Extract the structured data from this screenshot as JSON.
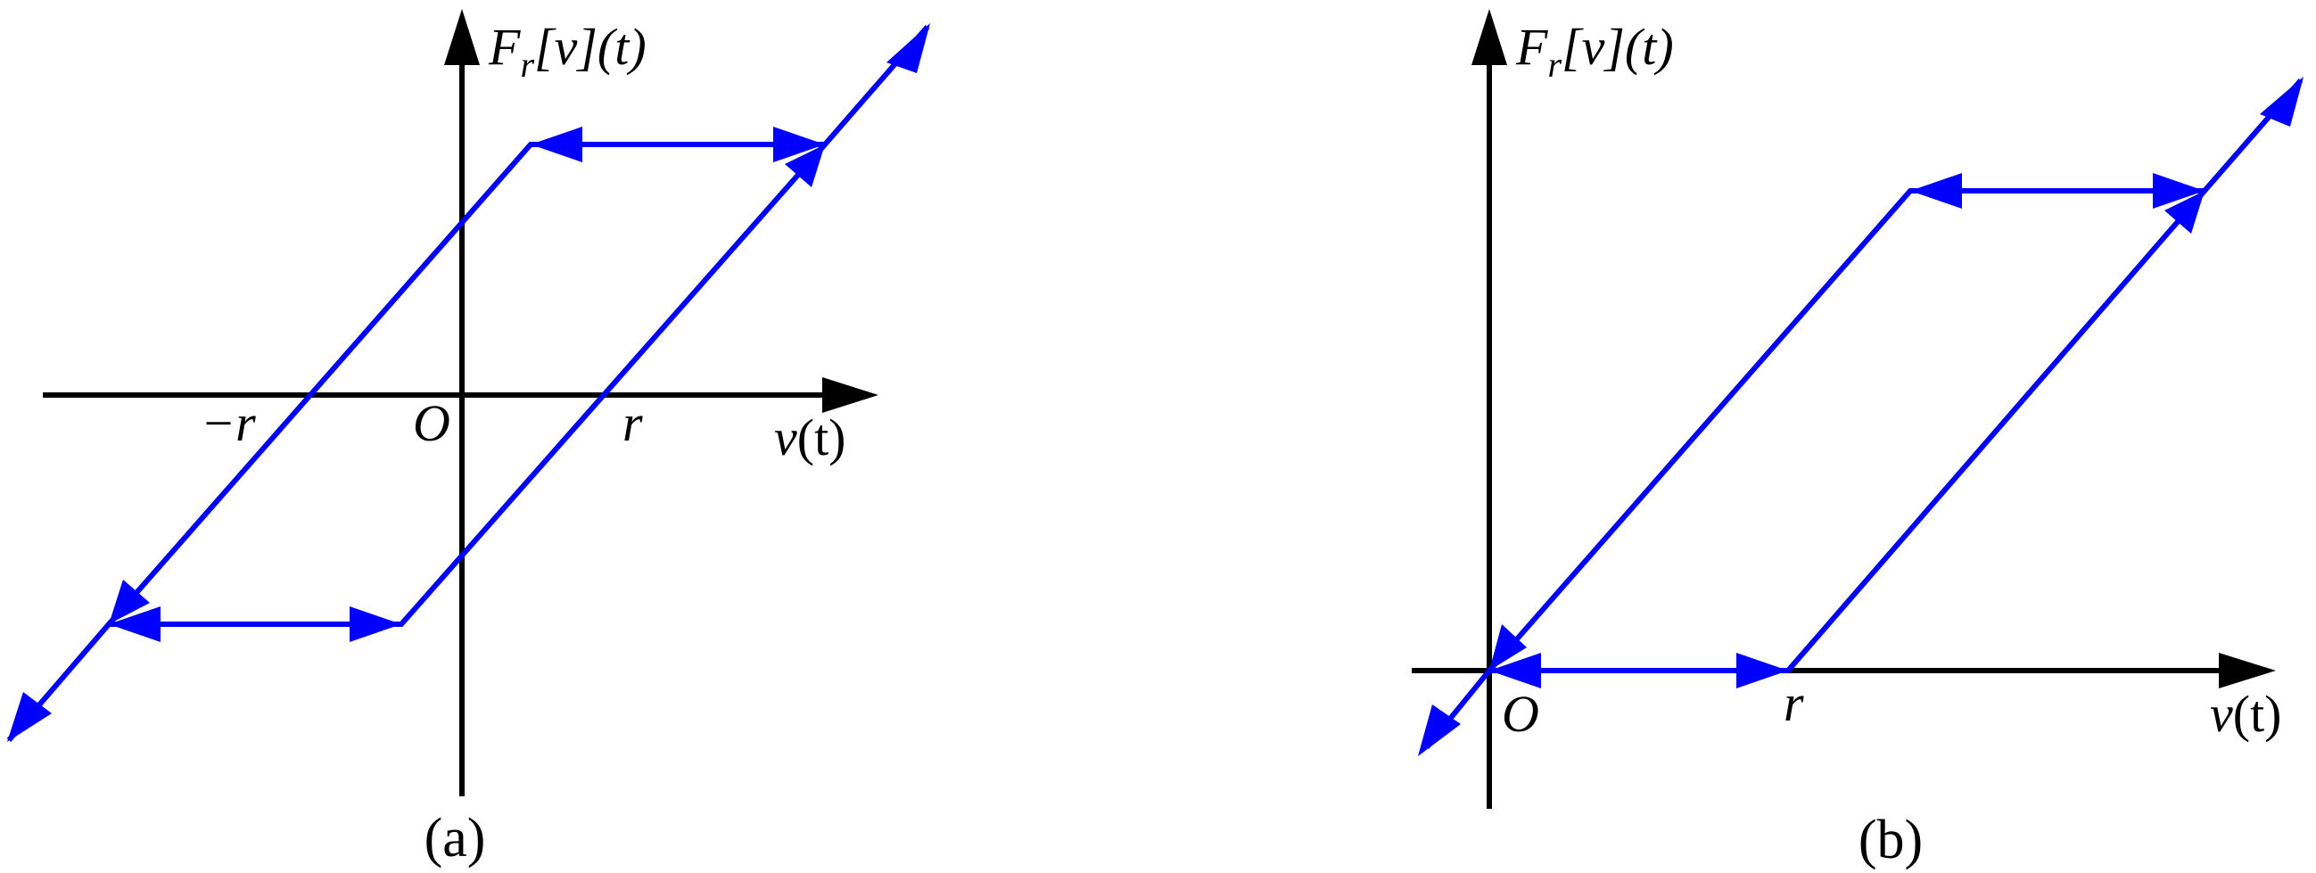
{
  "colors": {
    "axes": "#000000",
    "curve": "#0000ff",
    "background": "#ffffff"
  },
  "panel_a": {
    "caption": "(a)",
    "y_label": {
      "base": "F",
      "sub": "r",
      "rest": "[v](t)"
    },
    "x_label": {
      "base": "v",
      "rest": "(t)"
    },
    "origin": "O",
    "tick_neg": "−r",
    "tick_pos": "r"
  },
  "panel_b": {
    "caption": "(b)",
    "y_label": {
      "base": "F",
      "sub": "r",
      "rest": "[v](t)"
    },
    "x_label": {
      "base": "v",
      "rest": "(t)"
    },
    "origin": "O",
    "tick_pos": "r"
  }
}
